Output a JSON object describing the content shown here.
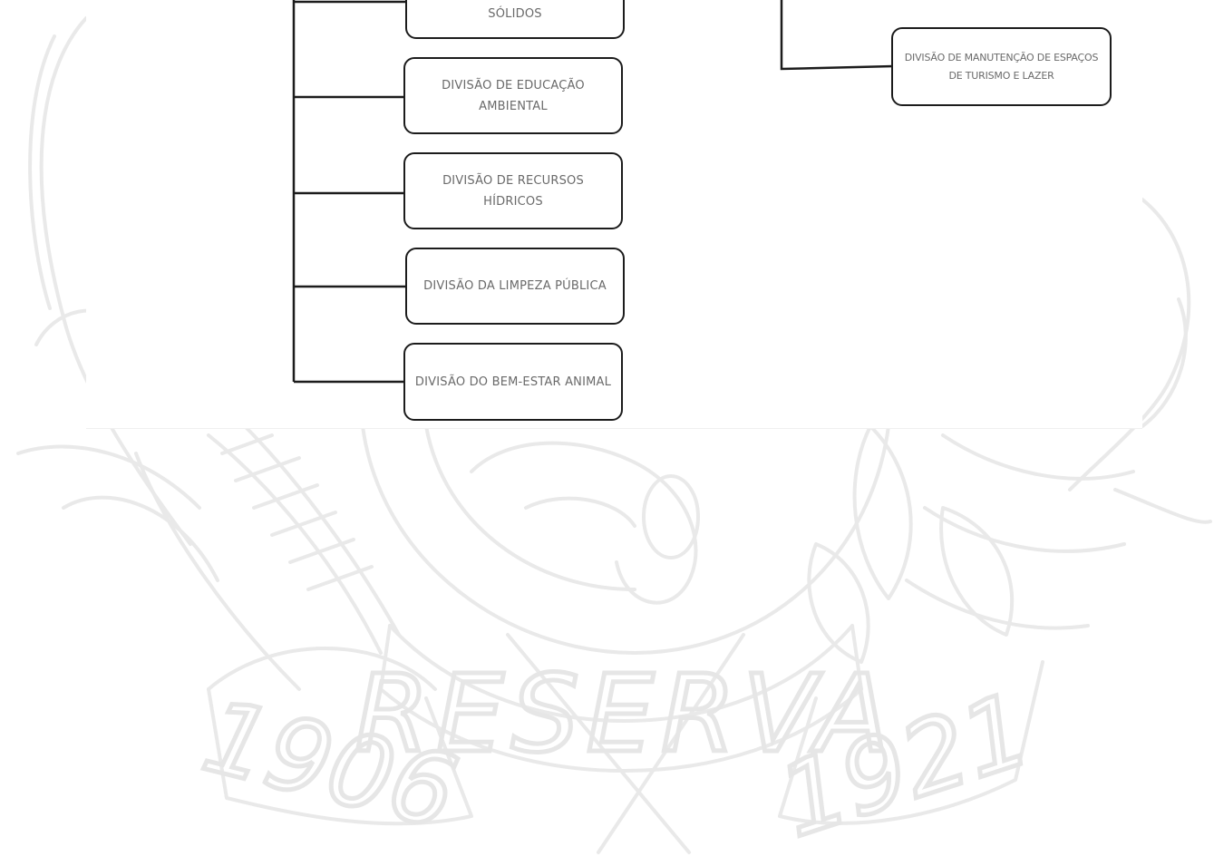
{
  "watermark": {
    "banner_text": "RESERVA",
    "year_left": "1906",
    "year_right": "1921"
  },
  "divisions_left": [
    {
      "label": "SÓLIDOS"
    },
    {
      "label": "DIVISÃO DE EDUCAÇÃO AMBIENTAL"
    },
    {
      "label": "DIVISÃO DE RECURSOS HÍDRICOS"
    },
    {
      "label": "DIVISÃO DA LIMPEZA PÚBLICA"
    },
    {
      "label": "DIVISÃO DO BEM-ESTAR ANIMAL"
    }
  ],
  "divisions_right": [
    {
      "label": "DIVISÃO DE MANUTENÇÃO DE ESPAÇOS DE TURISMO E LAZER"
    }
  ],
  "colors": {
    "box_border": "#1c1c1c",
    "box_text": "#6a6a6a",
    "watermark": "#e8e8e8"
  }
}
